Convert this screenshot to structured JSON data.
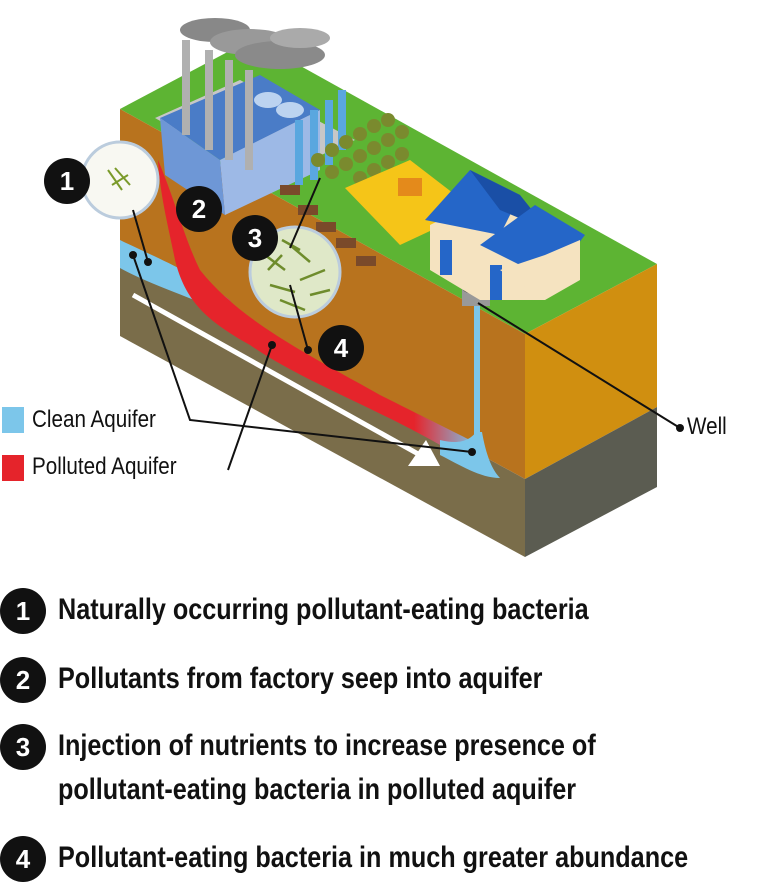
{
  "legend": {
    "clean": {
      "label": "Clean Aquifer",
      "color": "#7cc6ea"
    },
    "polluted": {
      "label": "Polluted Aquifer",
      "color": "#e5242b"
    }
  },
  "callouts": {
    "well": "Well",
    "n1": "1",
    "n2": "2",
    "n3": "3",
    "n4": "4"
  },
  "key": [
    {
      "num": "1",
      "text": "Naturally occurring pollutant-eating bacteria"
    },
    {
      "num": "2",
      "text": "Pollutants from factory seep into aquifer"
    },
    {
      "num": "3",
      "text": "Injection of nutrients to increase presence of",
      "text2": "pollutant-eating bacteria in polluted aquifer"
    },
    {
      "num": "4",
      "text": "Pollutant-eating bacteria in much greater abundance"
    }
  ]
}
